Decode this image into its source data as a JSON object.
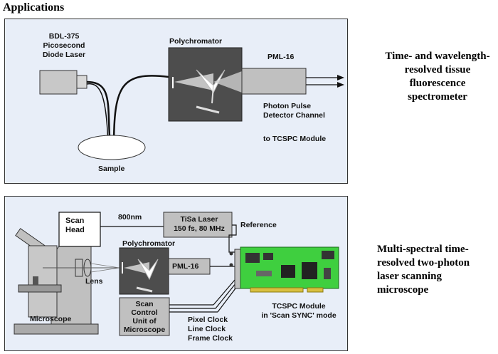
{
  "header": {
    "title": "Applications"
  },
  "panel1": {
    "laser": [
      "BDL-375",
      "Picosecond",
      "Diode Laser"
    ],
    "polychromator": "Polychromator",
    "pml": "PML-16",
    "detector": [
      "Photon Pulse",
      "Detector Channel"
    ],
    "to_module": "to TCSPC Module",
    "sample": "Sample",
    "caption": [
      "Time- and wavelength-",
      "resolved tissue",
      "fluorescence",
      "spectrometer"
    ]
  },
  "panel2": {
    "scan_head": [
      "Scan",
      "Head"
    ],
    "wavelength": "800nm",
    "tisa": [
      "TiSa Laser",
      "150 fs, 80 MHz"
    ],
    "reference": "Reference",
    "polychromator": "Polychromator",
    "pml": "PML-16",
    "lens": "Lens",
    "microscope": "Microscope",
    "scan_control": [
      "Scan",
      "Control",
      "Unit of",
      "Microscope"
    ],
    "clocks": [
      "Pixel Clock",
      "Line Clock",
      "Frame Clock"
    ],
    "tcspc": [
      "TCSPC Module",
      "in 'Scan SYNC' mode"
    ],
    "caption": [
      "Multi-spectral time-",
      "resolved two-photon",
      "laser scanning",
      "microscope"
    ]
  },
  "colors": {
    "panel_bg": "#e8eef8",
    "box_gray": "#c0c0c0",
    "dark": "#4d4d4d",
    "board": "#3fcf3f"
  }
}
